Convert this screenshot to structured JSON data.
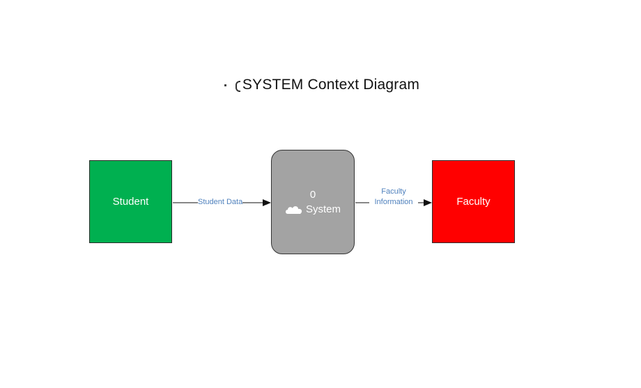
{
  "diagram": {
    "title": "SYSTEM Context Diagram",
    "process": {
      "id": "0",
      "name": "System"
    },
    "entities": {
      "student": "Student",
      "faculty": "Faculty"
    },
    "flows": {
      "student_to_system": "Student Data",
      "system_to_faculty_line1": "Faculty",
      "system_to_faculty_line2": "Information"
    },
    "colors": {
      "student_fill": "#00b050",
      "faculty_fill": "#ff0000",
      "process_fill": "#a3a3a3",
      "flow_label": "#4f81bd"
    }
  }
}
